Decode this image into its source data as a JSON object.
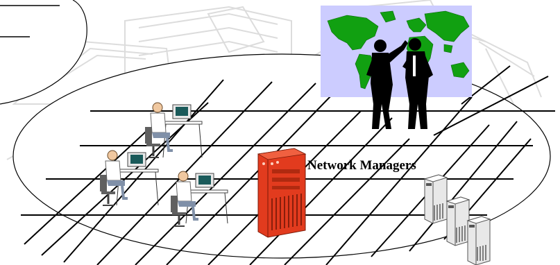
{
  "diagram": {
    "label": "Network Managers",
    "nodes": [
      {
        "name": "Network Managers",
        "kind": "server",
        "color": "#e23b1e"
      },
      {
        "name": "",
        "kind": "server-stack",
        "color": "#e8e8e8"
      },
      {
        "name": "",
        "kind": "workstation-operator"
      },
      {
        "name": "",
        "kind": "workstation-operator"
      },
      {
        "name": "",
        "kind": "workstation-operator"
      },
      {
        "name": "",
        "kind": "world-map-presentation",
        "color": "#c8c8ff"
      }
    ],
    "colors": {
      "map_panel": "#ccccff",
      "continents": "#11a011",
      "server_red": "#e23b1e",
      "server_grey": "#e8e8e8",
      "background_sketch": "#d8d8d8"
    }
  }
}
